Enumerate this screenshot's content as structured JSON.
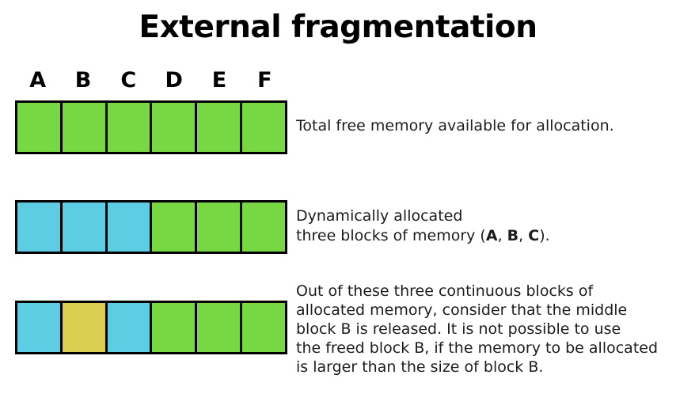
{
  "title": "External fragmentation",
  "block_labels": [
    "A",
    "B",
    "C",
    "D",
    "E",
    "F"
  ],
  "colors": {
    "green": "#77D843",
    "cyan": "#5CCDE2",
    "yellow": "#DBCD50",
    "border": "#000000"
  },
  "rows": [
    {
      "name": "free-memory-row",
      "blocks": [
        "green",
        "green",
        "green",
        "green",
        "green",
        "green"
      ],
      "caption_lines": [
        [
          {
            "text": "Total free memory available for allocation."
          }
        ]
      ]
    },
    {
      "name": "allocated-memory-row",
      "blocks": [
        "cyan",
        "cyan",
        "cyan",
        "green",
        "green",
        "green"
      ],
      "caption_lines": [
        [
          {
            "text": "Dynamically allocated"
          }
        ],
        [
          {
            "text": "three blocks of memory ("
          },
          {
            "text": "A",
            "bold": true
          },
          {
            "text": ", "
          },
          {
            "text": "B",
            "bold": true
          },
          {
            "text": ", "
          },
          {
            "text": "C",
            "bold": true
          },
          {
            "text": ")."
          }
        ]
      ]
    },
    {
      "name": "fragmented-memory-row",
      "blocks": [
        "cyan",
        "yellow",
        "cyan",
        "green",
        "green",
        "green"
      ],
      "caption_lines": [
        [
          {
            "text": "Out of these three continuous blocks of"
          }
        ],
        [
          {
            "text": "allocated memory, consider that the middle"
          }
        ],
        [
          {
            "text": "block B is released. It is not possible to use"
          }
        ],
        [
          {
            "text": "the freed block B, if the memory to be allocated"
          }
        ],
        [
          {
            "text": "is larger than the size of block B."
          }
        ]
      ]
    }
  ]
}
